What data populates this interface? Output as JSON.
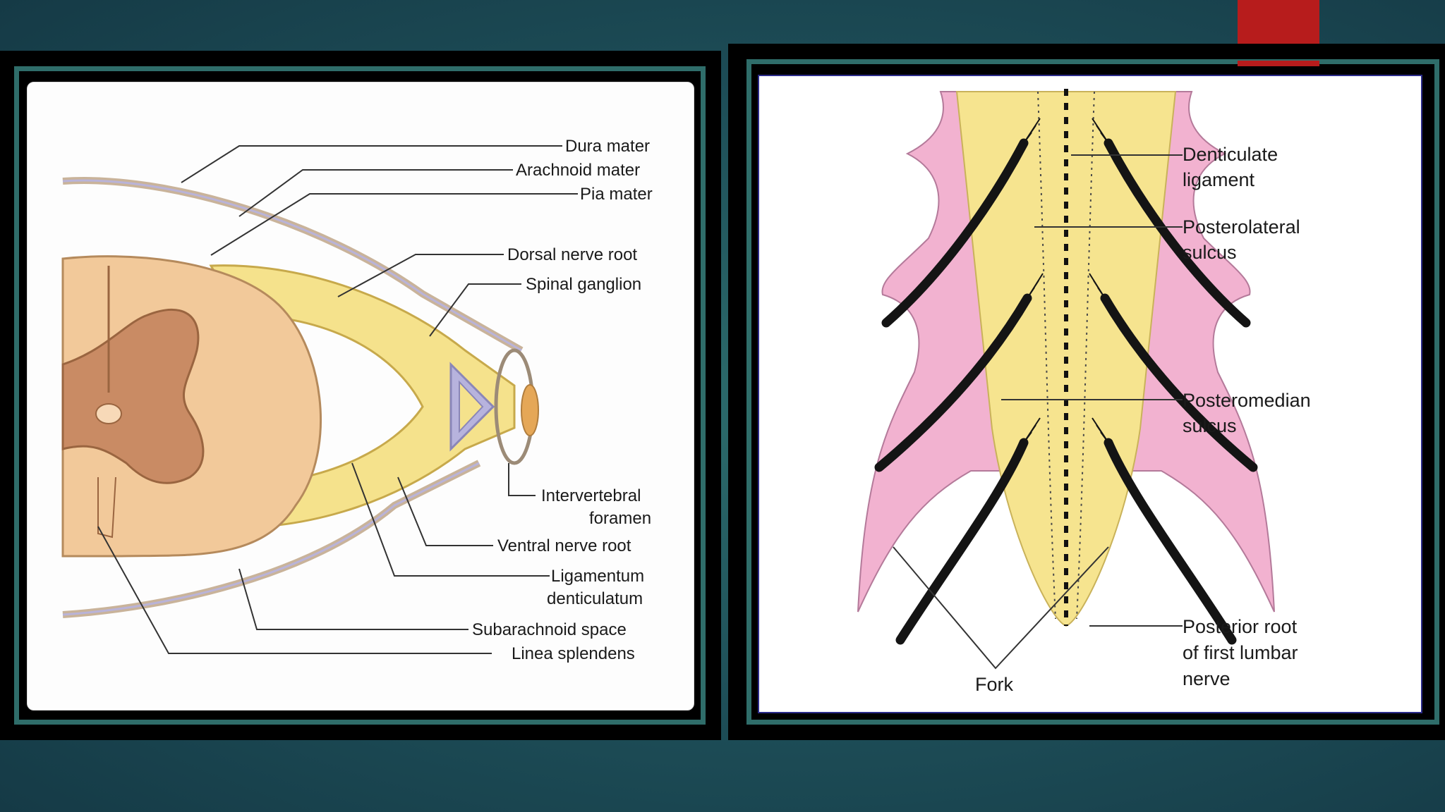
{
  "slide": {
    "accent_color": "#b71c1c",
    "background_color": "#1f5060"
  },
  "left_diagram": {
    "labels": {
      "dura_mater": "Dura mater",
      "arachnoid_mater": "Arachnoid mater",
      "pia_mater": "Pia mater",
      "dorsal_nerve_root": "Dorsal nerve root",
      "spinal_ganglion": "Spinal ganglion",
      "intervertebral_foramen_1": "Intervertebral",
      "intervertebral_foramen_2": "foramen",
      "ventral_nerve_root": "Ventral nerve root",
      "ligamentum_denticulatum_1": "Ligamentum",
      "ligamentum_denticulatum_2": "denticulatum",
      "subarachnoid_space": "Subarachnoid space",
      "linea_splendens": "Linea splendens"
    }
  },
  "right_diagram": {
    "labels": {
      "denticulate_ligament_1": "Denticulate",
      "denticulate_ligament_2": "ligament",
      "posterolateral_sulcus_1": "Posterolateral",
      "posterolateral_sulcus_2": "sulcus",
      "posteromedian_sulcus_1": "Posteromedian",
      "posteromedian_sulcus_2": "sulcus",
      "posterior_root_1": "Posterior root",
      "posterior_root_2": "of first lumbar",
      "posterior_root_3": "nerve",
      "fork": "Fork"
    }
  }
}
